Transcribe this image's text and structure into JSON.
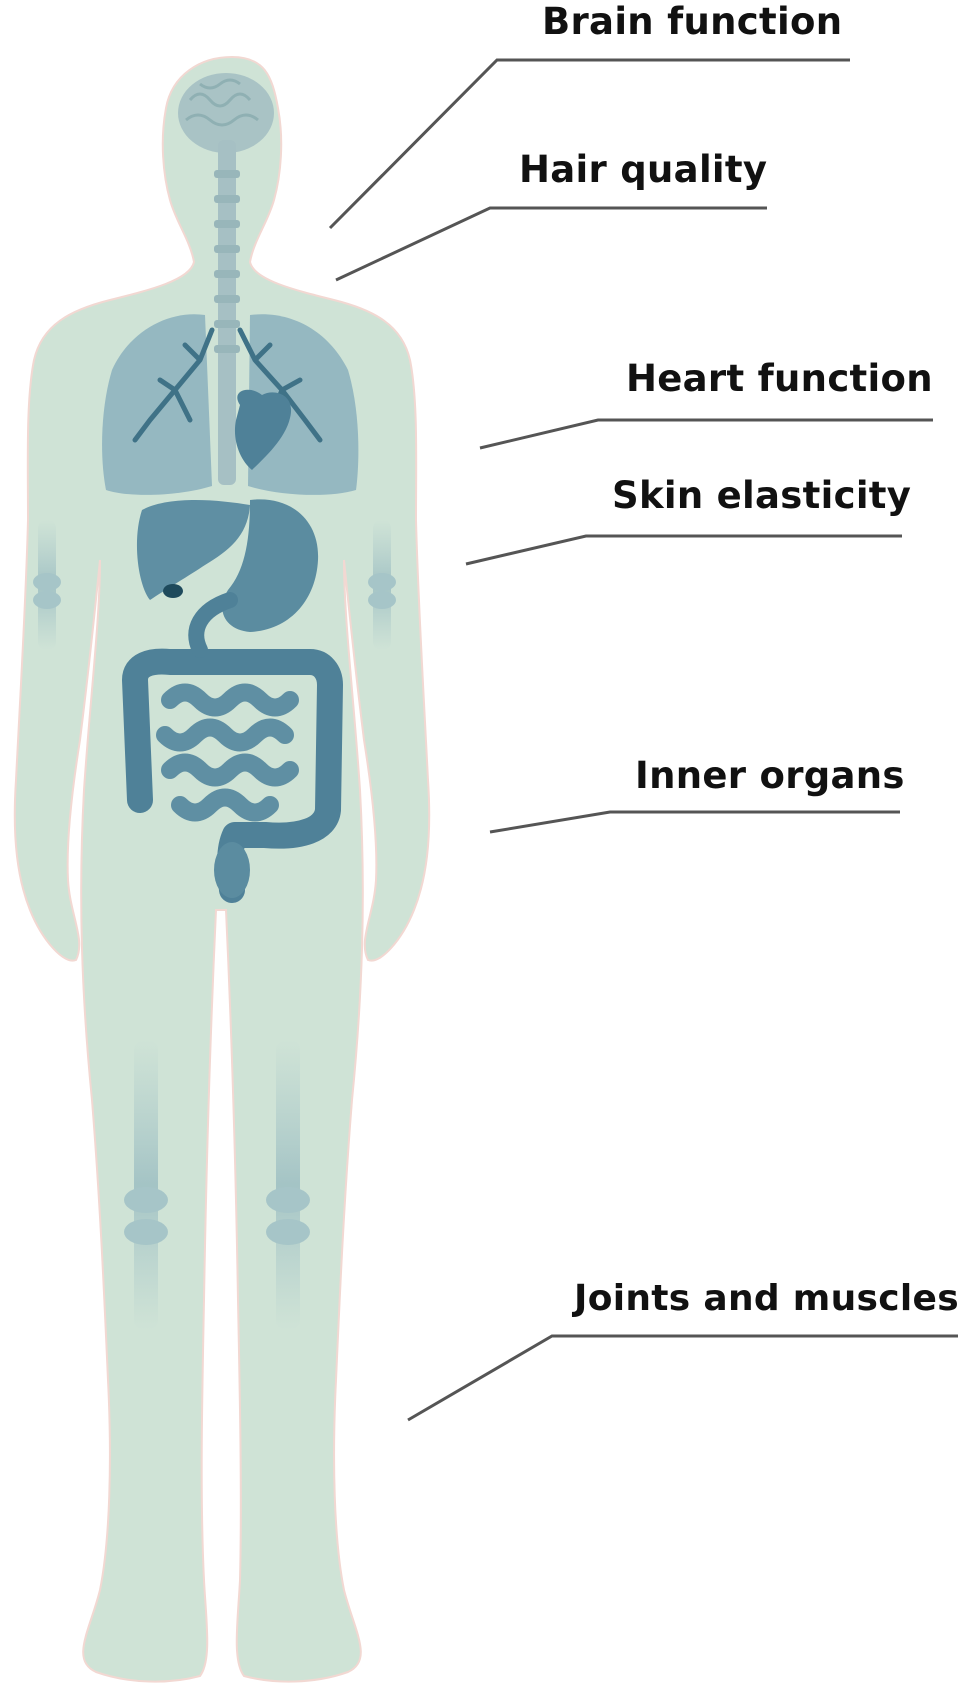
{
  "labels": {
    "brain": "Brain function",
    "hair": "Hair quality",
    "heart": "Heart function",
    "skin": "Skin elasticity",
    "organs": "Inner organs",
    "joints": "Joints and muscles"
  },
  "colors": {
    "body": "#cfe3d6",
    "body_outline": "#f2d8d2",
    "organ": "#5f8fa3",
    "organ_dark": "#3f7287",
    "organ_light": "#86adbc",
    "bone": "#a9c7c9",
    "leader_line": "#555555",
    "text": "#111111"
  }
}
